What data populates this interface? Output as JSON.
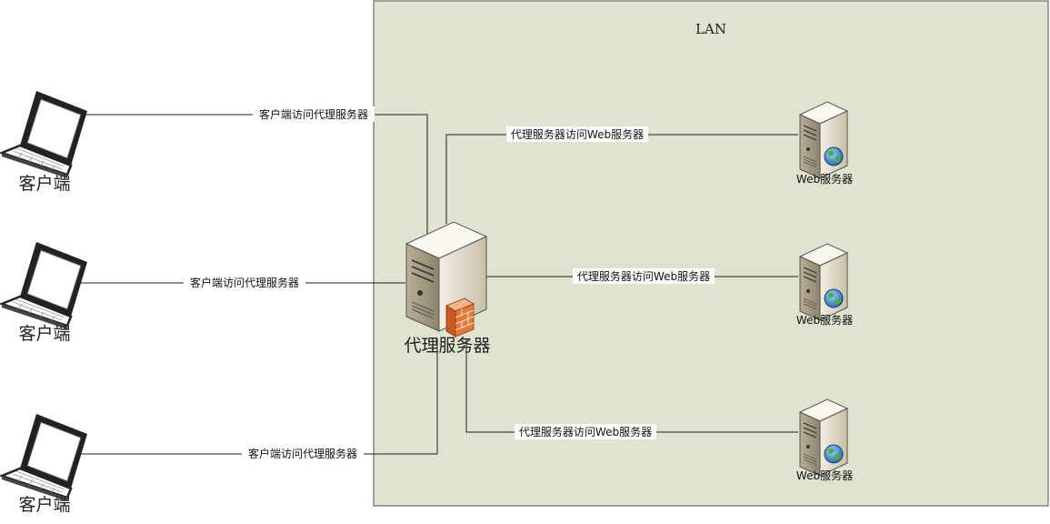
{
  "lan": {
    "label": "LAN"
  },
  "clients": [
    {
      "label": "客户端",
      "link_label": "客户端访问代理服务器"
    },
    {
      "label": "客户端",
      "link_label": "客户端访问代理服务器"
    },
    {
      "label": "客户端",
      "link_label": "客户端访问代理服务器"
    }
  ],
  "proxy": {
    "label": "代理服务器"
  },
  "web_servers": [
    {
      "label": "Web服务器",
      "link_label": "代理服务器访问Web服务器"
    },
    {
      "label": "Web服务器",
      "link_label": "代理服务器访问Web服务器"
    },
    {
      "label": "Web服务器",
      "link_label": "代理服务器访问Web服务器"
    }
  ],
  "colors": {
    "lan_fill": "#dfe3cf",
    "lan_border": "#555555",
    "line": "#222222",
    "server_body": "#e6dfcf",
    "firewall": "#e87838",
    "globe": "#3a8fd6"
  },
  "icons": {
    "client": "laptop-icon",
    "proxy": "server-firewall-icon",
    "web": "server-globe-icon"
  }
}
